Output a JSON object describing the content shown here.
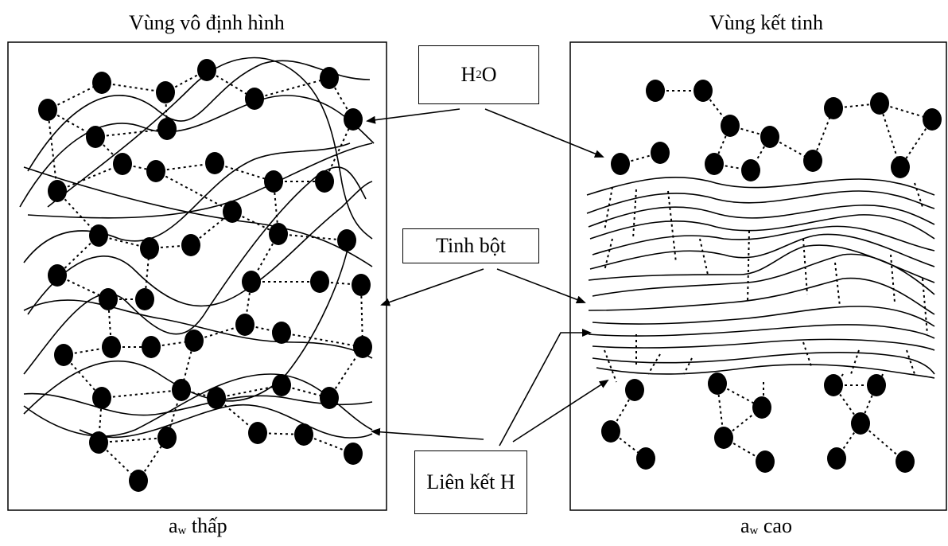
{
  "left_panel": {
    "title": "Vùng vô định hình",
    "caption_main": "a",
    "caption_sub": "w",
    "caption_rest": " thấp"
  },
  "right_panel": {
    "title": "Vùng kết tinh",
    "caption_main": "a",
    "caption_sub": "w",
    "caption_rest": " cao"
  },
  "labels": {
    "water_main": "H",
    "water_sub": "2",
    "water_rest": "O",
    "starch": "Tinh bột",
    "hbond": "Liên kết H"
  }
}
